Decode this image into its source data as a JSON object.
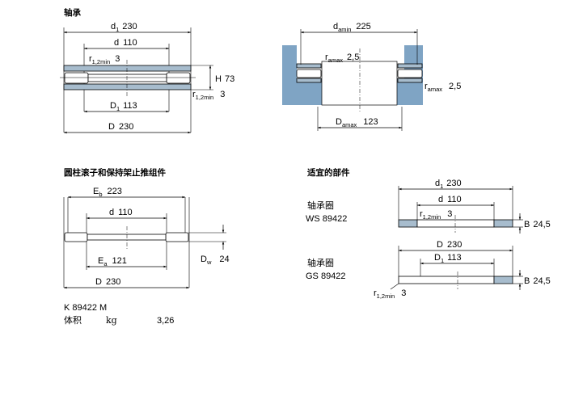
{
  "colors": {
    "part_fill": "#a7bccd",
    "housing_fill": "#7fa4c4",
    "line": "#000000",
    "background": "#ffffff"
  },
  "sections": {
    "bearing": "轴承",
    "assembly": "圆柱滚子和保持架止推组件",
    "parts": "适宜的部件"
  },
  "bearing": {
    "d1_sym": "d",
    "d1_sub": "1",
    "d1_val": "230",
    "d_sym": "d",
    "d_val": "110",
    "r_sym": "r",
    "r_sub": "1,2min",
    "r_val": "3",
    "H_sym": "H",
    "H_val": "73",
    "r2_sym": "r",
    "r2_sub": "1,2min",
    "r2_val": "3",
    "D1_sym": "D",
    "D1_sub": "1",
    "D1_val": "113",
    "D_sym": "D",
    "D_val": "230"
  },
  "mounting": {
    "damin_sym": "d",
    "damin_sub": "amin",
    "damin_val": "225",
    "ra1_sym": "r",
    "ra1_sub": "amax",
    "ra1_val": "2,5",
    "ra2_sym": "r",
    "ra2_sub": "amax",
    "ra2_val": "2,5",
    "Da_sym": "D",
    "Da_sub": "amax",
    "Da_val": "123"
  },
  "cage": {
    "Eb_sym": "E",
    "Eb_sub": "b",
    "Eb_val": "223",
    "d_sym": "d",
    "d_val": "110",
    "Ea_sym": "E",
    "Ea_sub": "a",
    "Ea_val": "121",
    "Dw_sym": "D",
    "Dw_sub": "w",
    "Dw_val": "24",
    "D_sym": "D",
    "D_val": "230"
  },
  "product": {
    "designation": "K 89422 M",
    "mass_label": "体积",
    "mass_unit": "kg",
    "mass_value": "3,26"
  },
  "shaft_washer": {
    "label": "轴承圈",
    "designation": "WS 89422",
    "d1_sym": "d",
    "d1_sub": "1",
    "d1_val": "230",
    "d_sym": "d",
    "d_val": "110",
    "r_sym": "r",
    "r_sub": "1,2min",
    "r_val": "3",
    "B_sym": "B",
    "B_val": "24,5"
  },
  "housing_washer": {
    "label": "轴承圈",
    "designation": "GS 89422",
    "D_sym": "D",
    "D_val": "230",
    "D1_sym": "D",
    "D1_sub": "1",
    "D1_val": "113",
    "B_sym": "B",
    "B_val": "24,5",
    "r_sym": "r",
    "r_sub": "1,2min",
    "r_val": "3"
  }
}
